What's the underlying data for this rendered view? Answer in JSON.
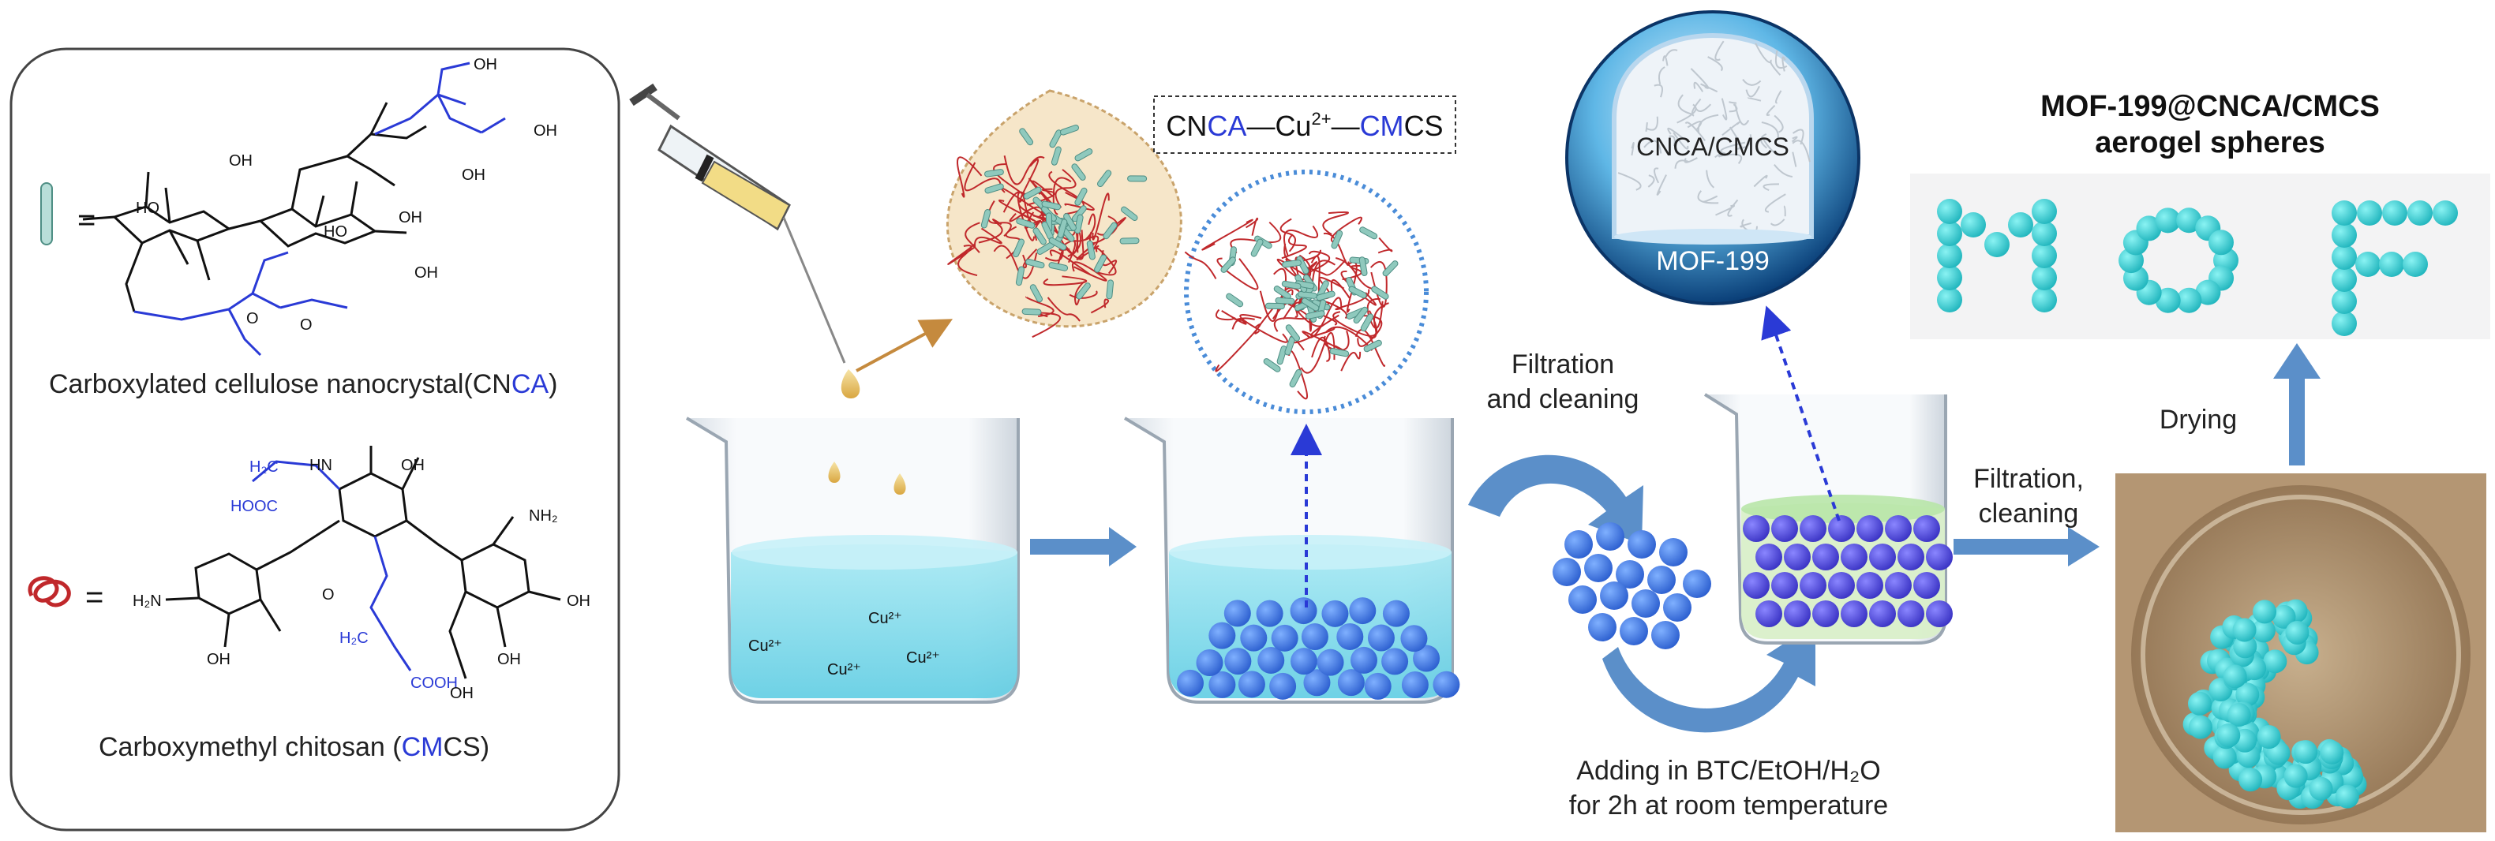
{
  "panel": {
    "cnca_caption_pre": "Carboxylated cellulose nanocrystal(CN",
    "cnca_caption_hi": "CA",
    "cnca_caption_post": ")",
    "cmcs_caption_pre": "Carboxymethyl chitosan (",
    "cmcs_caption_hi": "CM",
    "cmcs_caption_post": "CS)",
    "equals": "=",
    "cnca_atoms": {
      "oh1": "OH",
      "oh2": "OH",
      "oh3": "OH",
      "oh4": "OH",
      "ho1": "HO",
      "ho2": "HO",
      "oh5": "OH",
      "oh6": "OH",
      "o1": "O",
      "o2": "O"
    },
    "cmcs_atoms": {
      "h2c": "H₂C",
      "nh": "HN",
      "hooc": "HOOC",
      "oh": "OH",
      "nh2": "NH₂",
      "h2n": "H₂N",
      "o": "O",
      "oh2": "OH",
      "h2c2": "H₂C",
      "cooh": "COOH",
      "oh3": "OH",
      "oh4": "OH",
      "oh5": "OH"
    }
  },
  "crosslink_label": {
    "pre": "CN",
    "a": "CA",
    "dash1": "—Cu",
    "sup": "2+",
    "dash2": "—",
    "b": "CM",
    "post": "CS"
  },
  "ions": [
    "Cu²⁺",
    "Cu²⁺",
    "Cu²⁺",
    "Cu²⁺"
  ],
  "steps": {
    "filtration1": [
      "Filtration",
      "and cleaning"
    ],
    "adding": [
      "Adding in BTC/EtOH/H₂O",
      "for 2h at room temperature"
    ],
    "filtration2": [
      "Filtration,",
      "cleaning"
    ],
    "drying": "Drying"
  },
  "sphere": {
    "inner": "CNCA/CMCS",
    "shell": "MOF-199"
  },
  "product": {
    "title_line1": "MOF-199@CNCA/CMCS",
    "title_line2": "aerogel spheres",
    "letters": "MOF"
  },
  "colors": {
    "arrow": "#5b8fc9",
    "bead": "#3a73d8",
    "bead2": "#4a48d0",
    "cyan_bead": "#37cfd2",
    "liquid": "#8fe0ee",
    "highlight": "#2a3ad6",
    "fiber_red": "#c0282b",
    "fiber_teal": "#7fb8ab"
  }
}
